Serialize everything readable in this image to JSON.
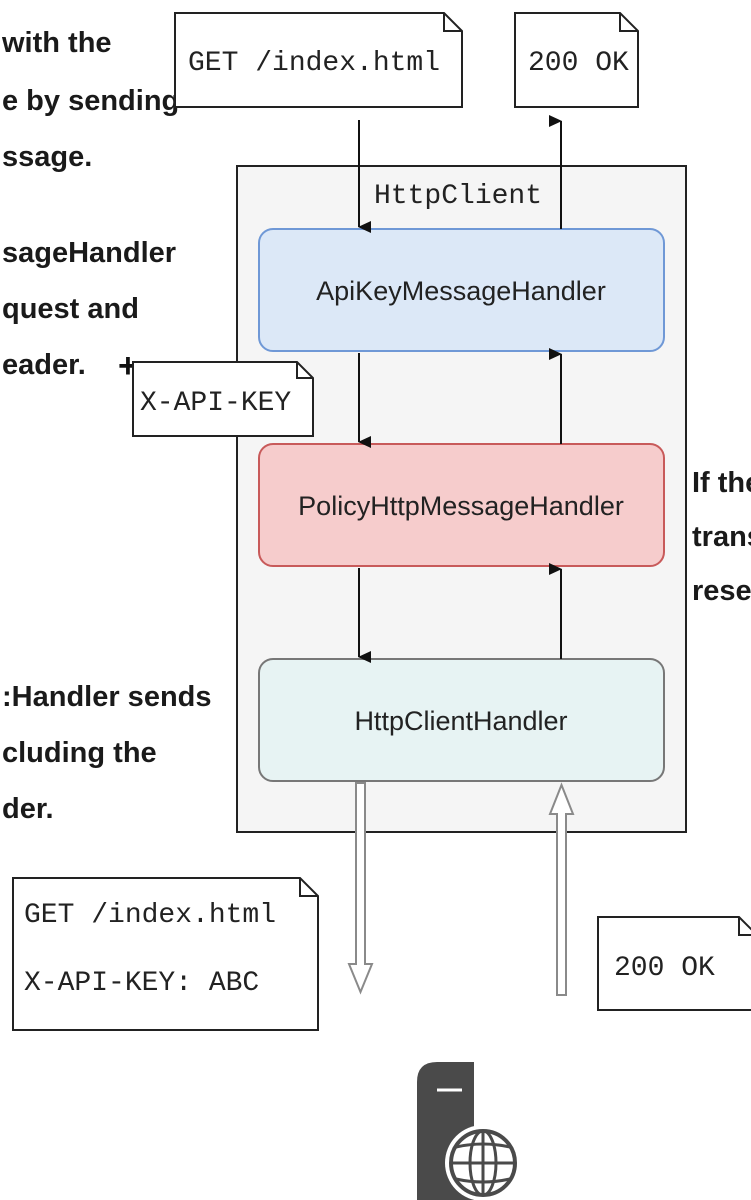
{
  "left_annotations": [
    [
      "with the",
      "e by sending",
      "ssage."
    ],
    [
      "sageHandler",
      "quest and",
      "eader."
    ],
    [
      ":Handler sends",
      "cluding the",
      "der."
    ]
  ],
  "right_annotation": [
    "If the",
    "trans",
    "reser"
  ],
  "request_note": "GET /index.html",
  "response_note": "200 OK",
  "client": {
    "title": "HttpClient",
    "handlers": [
      {
        "label": "ApiKeyMessageHandler",
        "fill": "#dce8f7",
        "stroke": "#6f98d6"
      },
      {
        "label": "PolicyHttpMessageHandler",
        "fill": "#f6cccc",
        "stroke": "#c85a5a"
      },
      {
        "label": "HttpClientHandler",
        "fill": "#e7f3f3",
        "stroke": "#777777"
      }
    ]
  },
  "added_header": {
    "plus": "+",
    "label": "X-API-KEY"
  },
  "outgoing_request": {
    "line1": "GET /index.html",
    "line2": "X-API-KEY: ABC"
  },
  "incoming_response": "200 OK",
  "colors": {
    "container_fill": "#f5f5f5",
    "server": "#4a4a4a"
  },
  "server_icon": "server-globe-icon"
}
